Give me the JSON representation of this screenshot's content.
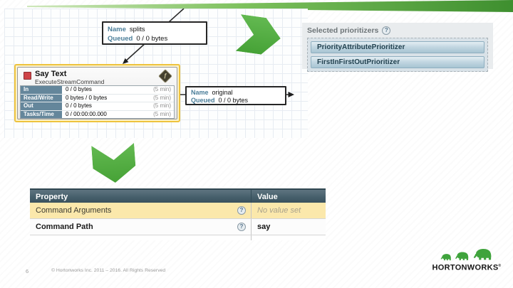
{
  "slide": {
    "number": "6",
    "copyright": "© Hortonworks Inc. 2011 – 2016. All Rights Reserved"
  },
  "brand": {
    "logo_text": "HORTONWORKS",
    "logo_mark": "®"
  },
  "canvas": {
    "connection_splits": {
      "name_label": "Name",
      "name_value": "splits",
      "queued_label": "Queued",
      "queued_value": "0 / 0 bytes"
    },
    "connection_original": {
      "name_label": "Name",
      "name_value": "original",
      "queued_label": "Queued",
      "queued_value": "0 / 0 bytes"
    },
    "processor": {
      "title": "Say Text",
      "type": "ExecuteStreamCommand",
      "icon_glyph": "ƒ",
      "stats": [
        {
          "label": "In",
          "value": "0 / 0 bytes",
          "window": "(5 min)"
        },
        {
          "label": "Read/Write",
          "value": "0 bytes / 0 bytes",
          "window": "(5 min)"
        },
        {
          "label": "Out",
          "value": "0 / 0 bytes",
          "window": "(5 min)"
        },
        {
          "label": "Tasks/Time",
          "value": "0 / 00:00:00.000",
          "window": "(5 min)"
        }
      ]
    }
  },
  "prioritizers": {
    "label": "Selected prioritizers",
    "help_icon": "?",
    "items": [
      "PriorityAttributePrioritizer",
      "FirstInFirstOutPrioritizer"
    ]
  },
  "properties_table": {
    "headers": [
      "Property",
      "Value"
    ],
    "rows": [
      {
        "property": "Command Arguments",
        "help": "?",
        "value": "No value set",
        "state": "empty"
      },
      {
        "property": "Command Path",
        "help": "?",
        "value": "say",
        "state": "set"
      }
    ]
  },
  "colors": {
    "accent_green": "#4ba438",
    "band_green_dark": "#3e8f2f",
    "selection_yellow": "#eec33e",
    "table_header_slate": "#47606c",
    "highlight_row_yellow": "#fbe8ab",
    "stat_label_blue": "#64869b",
    "connection_label_blue": "#4b7e99",
    "prioritizer_bar_blue": "#a7c4d2",
    "stopped_state_red": "#cf4448"
  }
}
